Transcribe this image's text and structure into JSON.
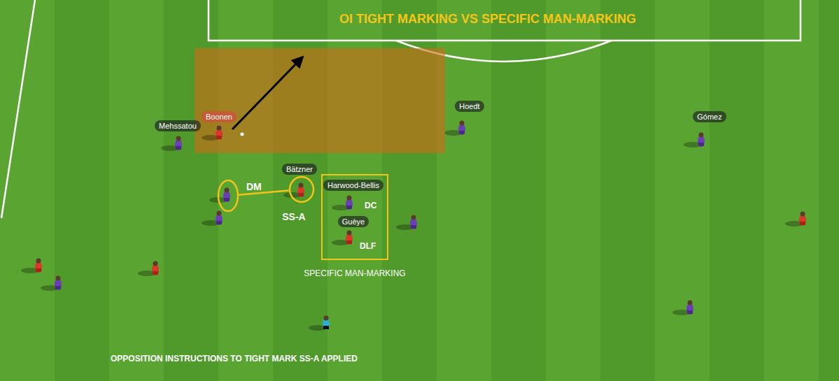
{
  "diagram": {
    "title": "OI TIGHT MARKING VS SPECIFIC MAN-MARKING",
    "nodes": [
      {
        "text": [
          "Mehssatou"
        ]
      },
      {
        "text": [
          "Boonen"
        ]
      },
      {
        "text": [
          "Hoedt"
        ]
      },
      {
        "text": [
          "Gómez"
        ]
      },
      {
        "text": [
          "Bätzner"
        ]
      },
      {
        "text": [
          "DM"
        ]
      },
      {
        "text": [
          "SS-A"
        ]
      },
      {
        "text": [
          "DC",
          "DLF",
          "SPECIFIC MAN-MARKING"
        ]
      },
      {
        "text": [
          "Harwood-Bellis"
        ],
        "in": 7
      },
      {
        "text": [
          "Guèye"
        ],
        "in": 7
      }
    ],
    "edges": [
      {
        "from": 5,
        "to": 6,
        "arrow": "none"
      }
    ],
    "labels": [
      "OPPOSITION INSTRUCTIONS TO TIGHT MARK SS-A APPLIED"
    ]
  }
}
